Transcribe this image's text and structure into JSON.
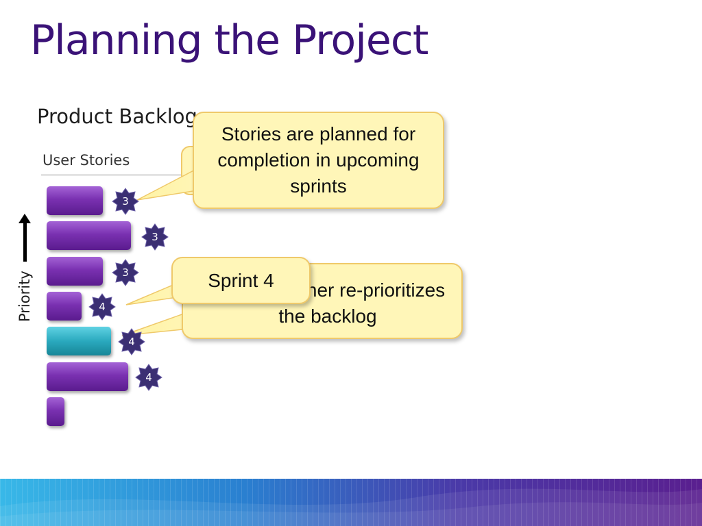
{
  "slide": {
    "title": "Planning the Project",
    "subtitle": "Product Backlog",
    "column_header": "User Stories",
    "priority_label": "Priority"
  },
  "stories": [
    {
      "points": "3",
      "highlighted": false
    },
    {
      "points": "3",
      "highlighted": false
    },
    {
      "points": "3",
      "highlighted": false
    },
    {
      "points": "4",
      "highlighted": false
    },
    {
      "points": "4",
      "highlighted": true
    },
    {
      "points": "4",
      "highlighted": false
    },
    {
      "points": "",
      "highlighted": false
    }
  ],
  "callouts": {
    "planned": "Stories are planned for completion in upcoming sprints",
    "reprioritize": "Product owner re-prioritizes the backlog",
    "sprint": "Sprint 4"
  },
  "colors": {
    "title": "#3a1277",
    "story_bar": "#7a31b1",
    "story_highlight": "#2aa9be",
    "callout_fill": "#fff6b8",
    "callout_border": "#efc96a",
    "point_badge": "#3b2f73"
  }
}
